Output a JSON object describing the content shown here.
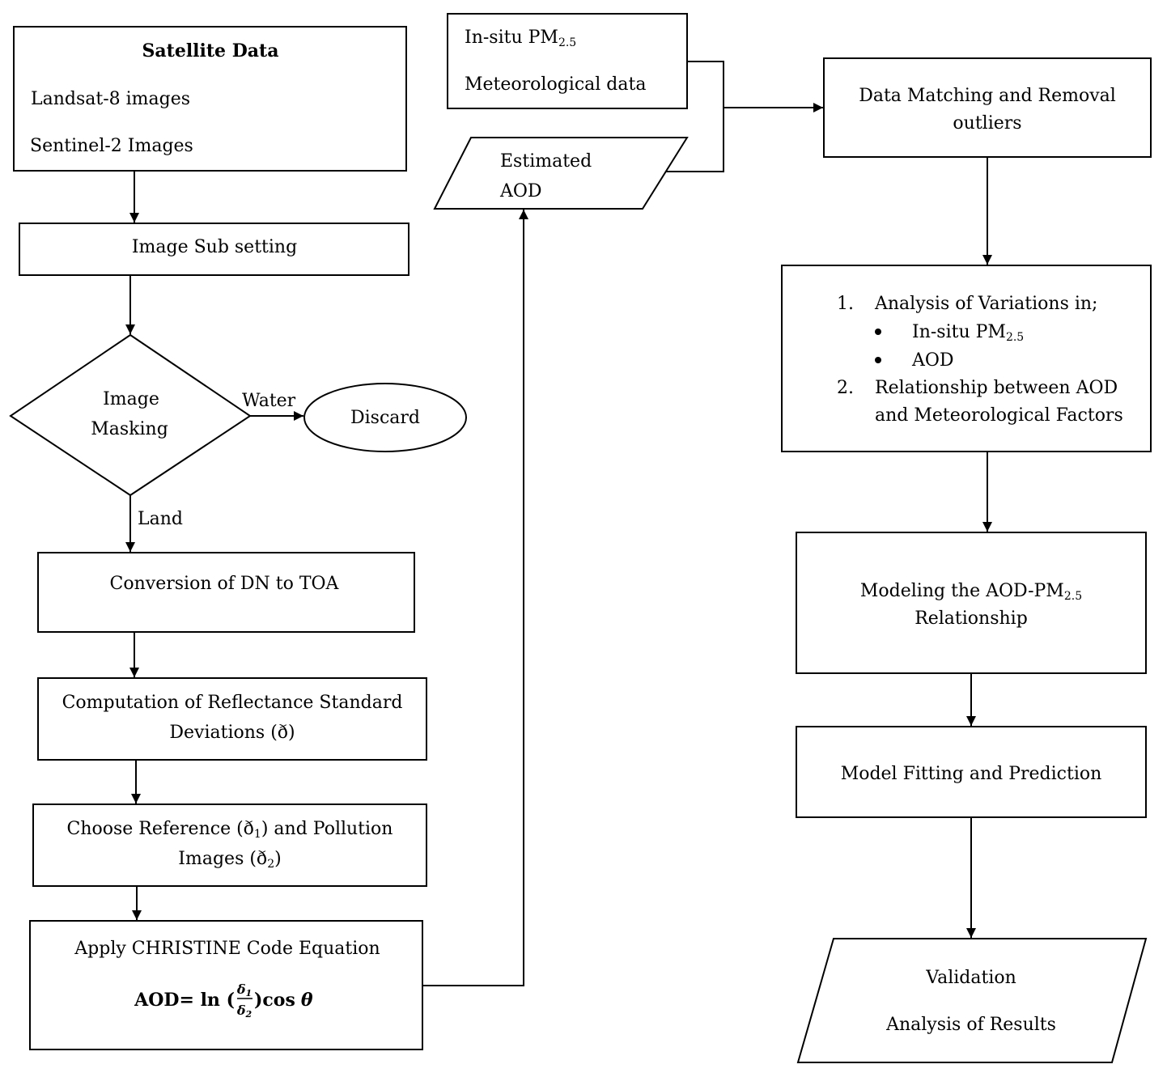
{
  "satellite_data": {
    "title": "Satellite Data",
    "items": [
      "Landsat-8 images",
      "Sentinel-2 Images"
    ]
  },
  "image_subsetting": "Image Sub setting",
  "image_masking": {
    "lines": [
      "Image",
      "Masking"
    ],
    "water_branch": "Water",
    "land_branch": "Land"
  },
  "discard": "Discard",
  "conversion": "Conversion of DN to TOA",
  "computation": [
    "Computation of Reflectance Standard",
    "Deviations (ð)"
  ],
  "choose_reference": {
    "line1": {
      "before": "Choose Reference (ð",
      "sub": "1",
      "after": ") and Pollution"
    },
    "line2": {
      "before": "Images (ð",
      "sub": "2",
      "after": ")"
    }
  },
  "christine": {
    "title": "Apply CHRISTINE Code Equation",
    "equation": {
      "prefix": "AOD= ln (",
      "numerator": {
        "symbol": "δ",
        "sub": "1"
      },
      "denominator": {
        "symbol": "δ",
        "sub": "2"
      },
      "suffix": ")cos",
      "angle": "θ"
    }
  },
  "in_situ": {
    "pm": {
      "text": "In-situ PM",
      "sub": "2.5"
    },
    "meteorological": "Meteorological data"
  },
  "estimated_aod": [
    "Estimated",
    "AOD"
  ],
  "data_matching": [
    "Data Matching and Removal",
    "outliers"
  ],
  "analysis": {
    "item1": {
      "number": "1.",
      "text": "Analysis of Variations in;",
      "bullets": [
        {
          "text": "In-situ PM",
          "sub": "2.5"
        },
        {
          "text": "AOD"
        }
      ]
    },
    "item2": {
      "number": "2.",
      "lines": [
        "Relationship between AOD",
        "and Meteorological Factors"
      ]
    }
  },
  "modeling": {
    "line1": {
      "text": "Modeling the AOD-PM",
      "sub": "2.5"
    },
    "line2": "Relationship"
  },
  "model_fitting": "Model Fitting and Prediction",
  "validation": [
    "Validation",
    "Analysis of Results"
  ]
}
